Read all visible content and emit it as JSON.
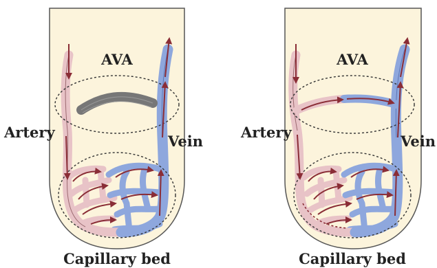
{
  "panels": [
    {
      "state": "ava-closed",
      "labels": {
        "ava": "AVA",
        "artery": "Artery",
        "vein": "Vein",
        "capillary": "Capillary bed"
      }
    },
    {
      "state": "ava-open",
      "labels": {
        "ava": "AVA",
        "artery": "Artery",
        "vein": "Vein",
        "capillary": "Capillary bed"
      }
    }
  ],
  "colors": {
    "tissue_fill": "#fcf4dc",
    "tissue_outline": "#555555",
    "artery": "#e8c3c7",
    "artery_edge": "#9c6a70",
    "vein": "#8ea7dd",
    "vein_edge": "#5d75b4",
    "ava_closed": "#777777",
    "flow_arrow": "#8a2d36",
    "dashed": "#333333"
  },
  "icons": {
    "flow": "flow-direction-arrow"
  }
}
